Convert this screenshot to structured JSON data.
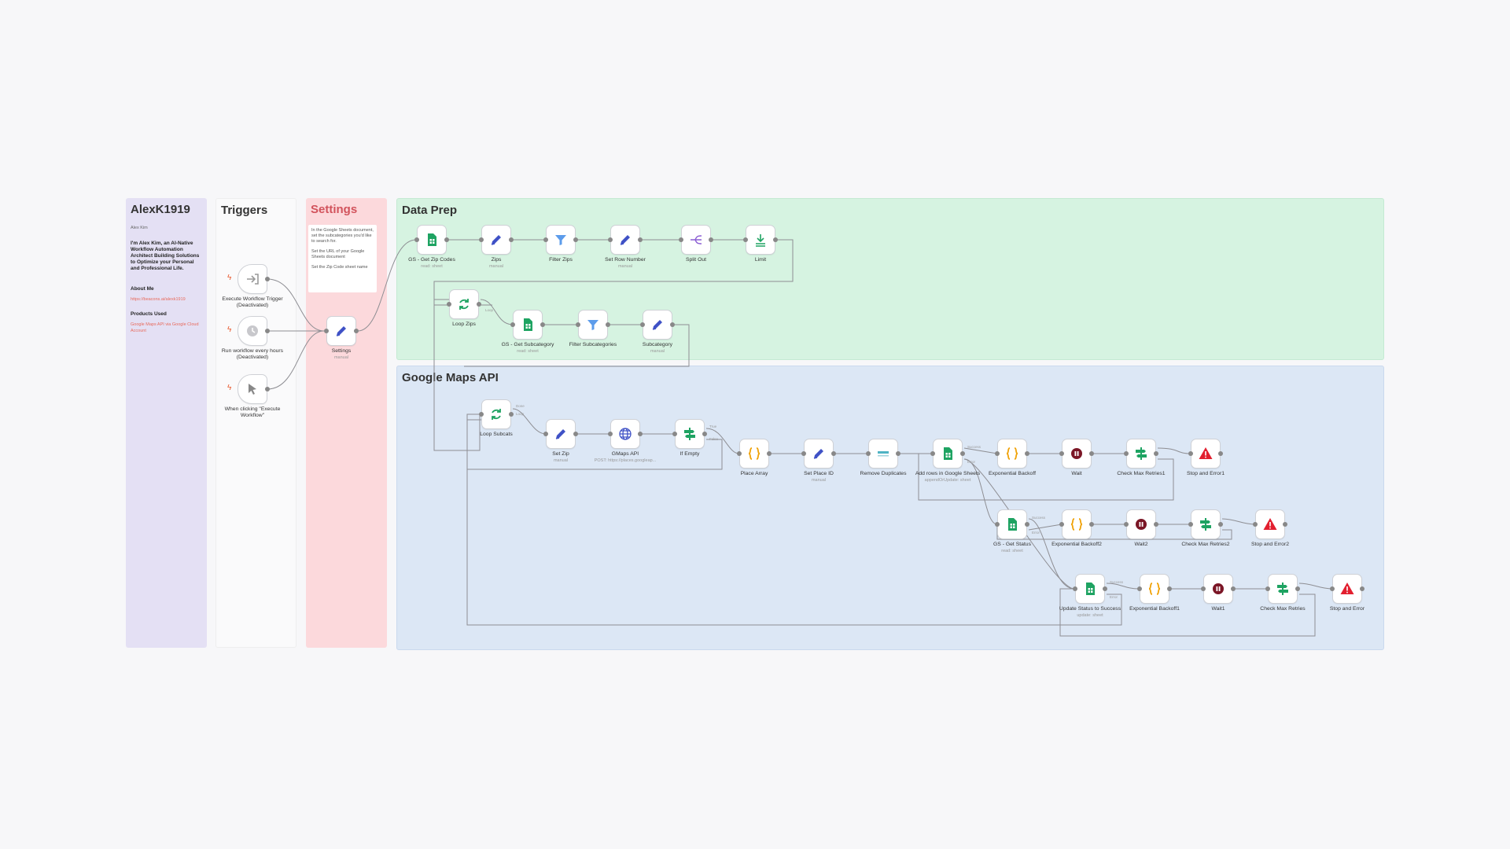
{
  "panels": {
    "about": {
      "title": "AlexK1919",
      "image_alt": "Alex Kim",
      "bio": "I'm Alex Kim, an AI-Native Workflow Automation Architect Building Solutions to Optimize your Personal and Professional Life.",
      "about_heading": "About Me",
      "about_link": "https://beacons.ai/alexk1919",
      "products_heading": "Products Used",
      "products_link": "Google Maps API via Google Cloud Account"
    },
    "triggers": {
      "title": "Triggers"
    },
    "settings": {
      "title": "Settings",
      "note1": "In the Google Sheets document, set the subcategories you'd like to search for.",
      "note2": "Set the URL of your Google Sheets document",
      "note3": "Set the Zip Code sheet name"
    },
    "dataprep": {
      "title": "Data Prep"
    },
    "gmaps": {
      "title": "Google Maps API"
    }
  },
  "nodes": {
    "exec_trigger": {
      "label": "Execute Workflow Trigger (Deactivated)",
      "icon": "sign-in-icon"
    },
    "schedule": {
      "label": "Run workflow every hours (Deactivated)",
      "icon": "clock-icon"
    },
    "manual": {
      "label": "When clicking \"Execute Workflow\"",
      "icon": "cursor-icon"
    },
    "settings": {
      "label": "Settings",
      "sub": "manual",
      "icon": "pencil-icon"
    },
    "gs_zip": {
      "label": "GS - Get Zip Codes",
      "sub": "read: sheet",
      "icon": "sheets-icon"
    },
    "zips": {
      "label": "Zips",
      "sub": "manual",
      "icon": "pencil-icon"
    },
    "filter_zips": {
      "label": "Filter Zips",
      "icon": "filter-icon"
    },
    "row_number": {
      "label": "Set Row Number",
      "sub": "manual",
      "icon": "pencil-icon"
    },
    "split_out": {
      "label": "Split Out",
      "icon": "split-icon"
    },
    "limit": {
      "label": "Limit",
      "icon": "limit-icon"
    },
    "loop_zips": {
      "label": "Loop Zips",
      "icon": "loop-icon"
    },
    "gs_subcat": {
      "label": "GS - Get Subcategory",
      "sub": "read: sheet",
      "icon": "sheets-icon"
    },
    "filter_subcat": {
      "label": "Filter Subcategories",
      "icon": "filter-icon"
    },
    "subcategory": {
      "label": "Subcategory",
      "sub": "manual",
      "icon": "pencil-icon"
    },
    "loop_subcats": {
      "label": "Loop Subcats",
      "icon": "loop-icon"
    },
    "set_zip": {
      "label": "Set Zip",
      "sub": "manual",
      "icon": "pencil-icon"
    },
    "gmaps_api": {
      "label": "GMaps API",
      "sub": "POST: https://places.googleap...",
      "icon": "globe-icon"
    },
    "if_empty": {
      "label": "If Empty",
      "icon": "if-icon"
    },
    "place_array": {
      "label": "Place Array",
      "icon": "code-icon"
    },
    "place_id": {
      "label": "Set Place ID",
      "sub": "manual",
      "icon": "pencil-icon"
    },
    "remove_dup": {
      "label": "Remove Duplicates",
      "icon": "dedupe-icon"
    },
    "add_rows": {
      "label": "Add rows in Google Sheets",
      "sub": "appendOrUpdate: sheet",
      "icon": "sheets-icon"
    },
    "backoff": {
      "label": "Exponential Backoff",
      "icon": "code-icon"
    },
    "wait": {
      "label": "Wait",
      "icon": "pause-icon"
    },
    "max_retries1": {
      "label": "Check Max Retries1",
      "icon": "if-icon"
    },
    "stop1": {
      "label": "Stop and Error1",
      "icon": "warning-icon"
    },
    "gs_status": {
      "label": "GS - Get Status",
      "sub": "read: sheet",
      "icon": "sheets-icon"
    },
    "backoff2": {
      "label": "Exponential Backoff2",
      "icon": "code-icon"
    },
    "wait2": {
      "label": "Wait2",
      "icon": "pause-icon"
    },
    "max_retries2": {
      "label": "Check Max Retries2",
      "icon": "if-icon"
    },
    "stop2": {
      "label": "Stop and Error2",
      "icon": "warning-icon"
    },
    "update_status": {
      "label": "Update Status to Success",
      "sub": "update: sheet",
      "icon": "sheets-icon"
    },
    "backoff1": {
      "label": "Exponential Backoff1",
      "icon": "code-icon"
    },
    "wait1": {
      "label": "Wait1",
      "icon": "pause-icon"
    },
    "max_retries": {
      "label": "Check Max Retries",
      "icon": "if-icon"
    },
    "stop": {
      "label": "Stop and Error",
      "icon": "warning-icon"
    }
  },
  "edge_labels": {
    "done": "Done",
    "loop": "Loop",
    "true": "True",
    "false": "False",
    "success": "Success",
    "error": "Error"
  },
  "colors": {
    "about": "#e4e0f4",
    "triggers": "#fafafb",
    "settings": "#fcd9dc",
    "dataprep": "#d6f3e1",
    "gmaps": "#dce7f5",
    "green": "#1ea362",
    "blue": "#3f51c6",
    "filter": "#5c9ceb",
    "orange": "#f0a30a",
    "maroon": "#7b1626",
    "red": "#e21f2f"
  }
}
